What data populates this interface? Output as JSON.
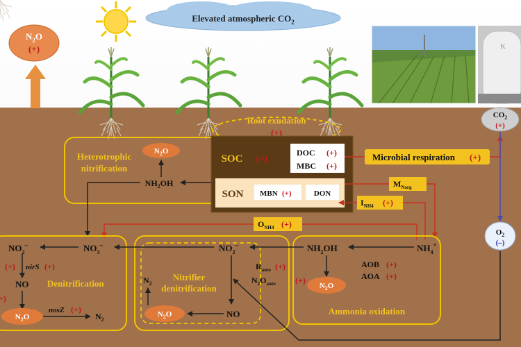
{
  "top": {
    "cloud_text": "Elevated atmospheric CO",
    "cloud_sub": "2",
    "n2o_top_label": "N",
    "n2o_top_sub": "2",
    "n2o_top_o": "O",
    "plus": "(+)",
    "minus": "(–)"
  },
  "labels": {
    "root_exudation": "Root exudation",
    "heterotrophic_1": "Heterotrophic",
    "heterotrophic_2": "nitrification",
    "n2o": "N",
    "n2o_sub": "2",
    "n2o_o": "O",
    "nh2oh": "NH",
    "nh2oh_sub": "2",
    "nh2oh_end": "OH",
    "soc": "SOC",
    "son": "SON",
    "doc": "DOC",
    "mbc": "MBC",
    "mbn": "MBN",
    "don": "DON",
    "microbial_respiration": "Microbial respiration",
    "co2": "CO",
    "co2_sub": "2",
    "m_narg": "M",
    "m_narg_sub": "Narg",
    "i_nh4": "I",
    "i_nh4_sub": "NH4",
    "o_nh4": "O",
    "o_nh4_sub": "NH4",
    "o2": "O",
    "o2_sub": "2",
    "no2": "NO",
    "no2_sub": "2",
    "no2_sup": "–",
    "no3": "NO",
    "no3_sub": "3",
    "no3_sup": "–",
    "nh4": "NH",
    "nh4_sub": "4",
    "nh4_sup": "+",
    "nirs": "nirS",
    "nosz": "nosZ",
    "no": "NO",
    "n2": "N",
    "n2_sub": "2",
    "denitrification": "Denitrification",
    "nitrifier_1": "Nitrifier",
    "nitrifier_2": "denitrification",
    "r_auto": "R",
    "r_auto_sub": "auto",
    "n2o_auto": "N",
    "n2o_auto_sub": "2",
    "n2o_auto_o": "O",
    "n2o_auto_sub2": "auto",
    "aob": "AOB",
    "aoa": "AOA",
    "ammonia_oxidation": "Ammonia oxidation",
    "k_partial": "K"
  },
  "colors": {
    "soil": "#a0714a",
    "sky": "#ffffff",
    "yellow_box": "#f5c400",
    "orange": "#e07a3a",
    "red_text": "#c0161b",
    "dark_box": "#5b3b16",
    "son_fill": "#fbe3bd",
    "arrow_red": "#c8321e",
    "arrow_dark": "#222222",
    "label_yellow": "#f4c21f"
  }
}
